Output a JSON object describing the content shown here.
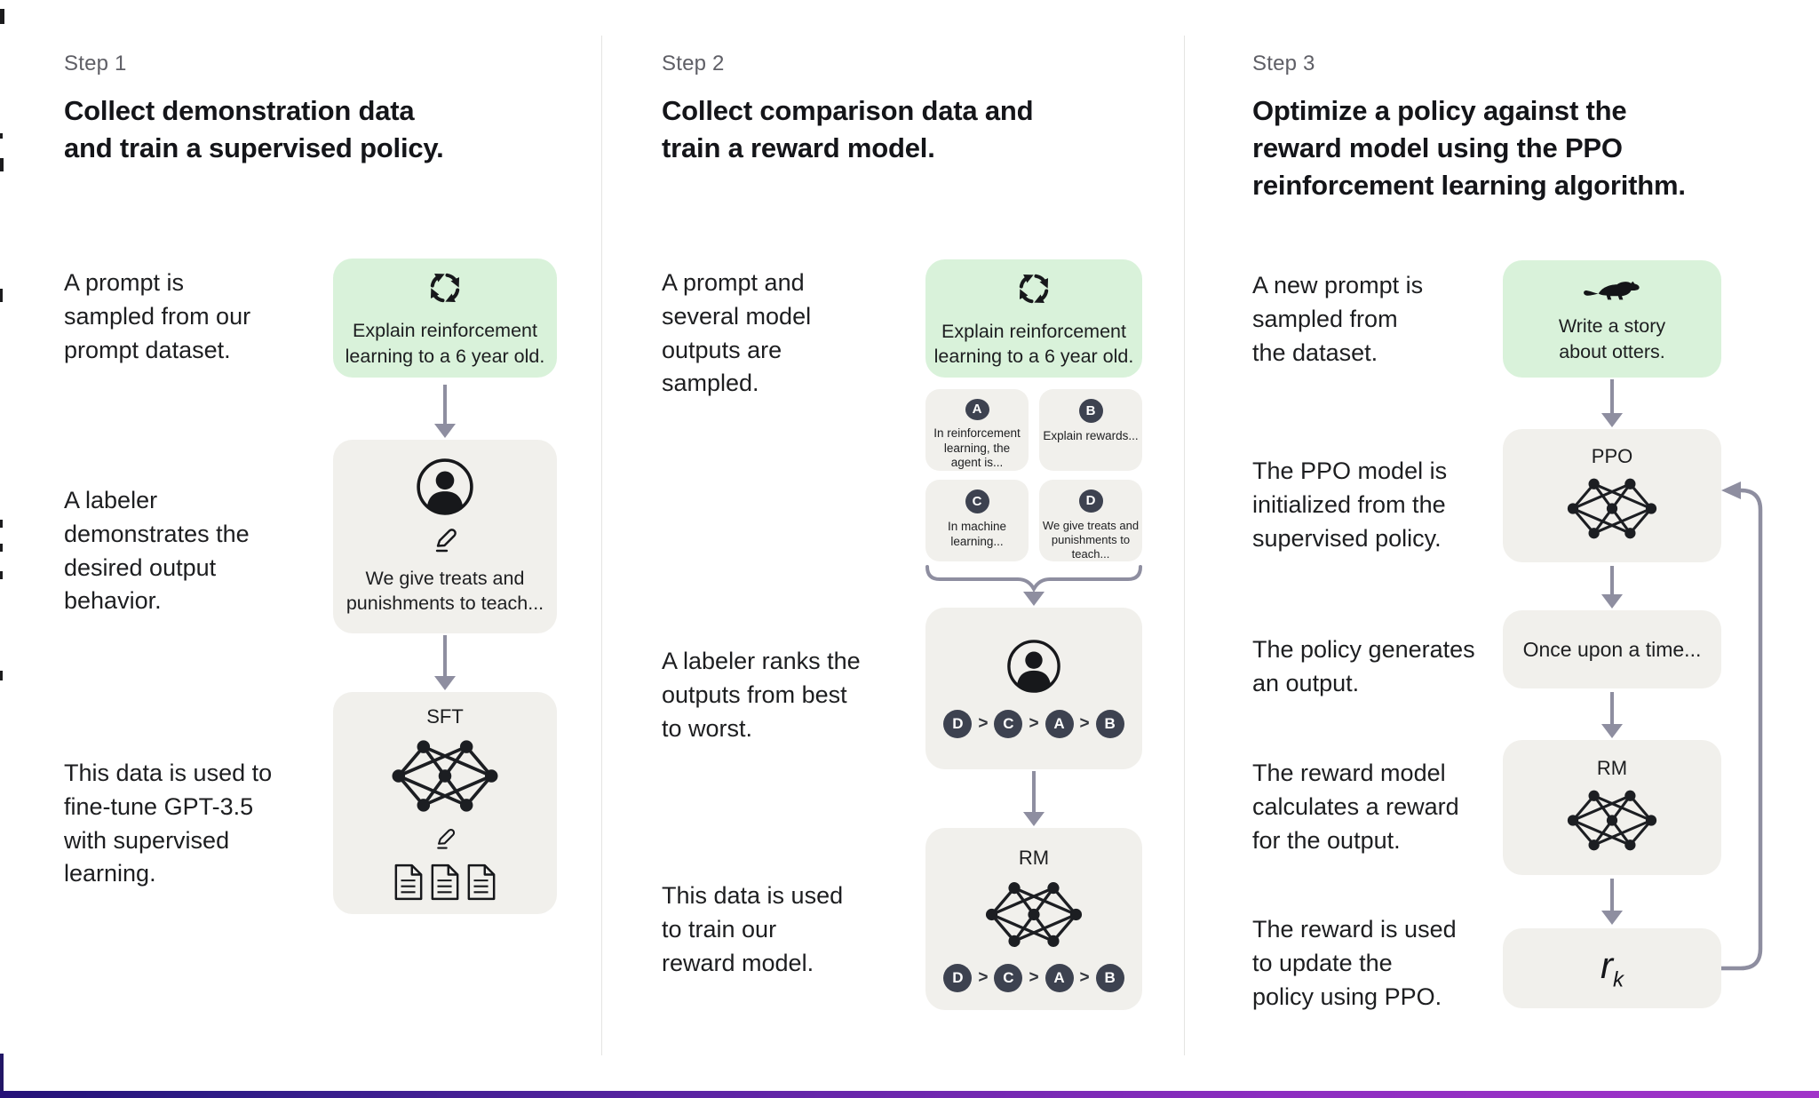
{
  "colors": {
    "prompt_box": "#d9f2da",
    "model_box": "#f1f0ec",
    "arrow": "#8e8ea0",
    "badge": "#3d4250",
    "bottom_bar": "linear-gradient(90deg,#251178 0%,#2e1c86 12%,#5e24a5 40%,#8c2dc0 70%,#a134c9 100%)"
  },
  "steps": [
    {
      "label": "Step 1",
      "title": "Collect demonstration data\nand train a supervised policy.",
      "annotations": [
        "A prompt is\nsampled from our\nprompt dataset.",
        "A labeler\ndemonstrates the\ndesired output\nbehavior.",
        "This data is used to\nfine-tune GPT-3.5\nwith supervised\nlearning."
      ],
      "prompt_box": {
        "icon": "cycle-icon",
        "text": "Explain reinforcement\nlearning to a 6 year old."
      },
      "labeler_box": {
        "icon": "person-icon",
        "secondary_icon": "pencil-icon",
        "text": "We give treats and\npunishments to teach..."
      },
      "model_box": {
        "label": "SFT",
        "icon": "network-icon",
        "secondary_icon": "pencil-icon",
        "tertiary_icon": "documents-icon"
      }
    },
    {
      "label": "Step 2",
      "title": "Collect comparison data and\ntrain a reward model.",
      "annotations": [
        "A prompt and\nseveral model\noutputs are\nsampled.",
        "A labeler ranks the\noutputs from best\nto worst.",
        "This data is used\nto train our\nreward model."
      ],
      "prompt_box": {
        "icon": "cycle-icon",
        "text": "Explain reinforcement\nlearning to a 6 year old."
      },
      "outputs": [
        {
          "badge": "A",
          "text": "In reinforcement\nlearning, the\nagent is..."
        },
        {
          "badge": "B",
          "text": "Explain rewards..."
        },
        {
          "badge": "C",
          "text": "In machine\nlearning..."
        },
        {
          "badge": "D",
          "text": "We give treats and\npunishments to\nteach..."
        }
      ],
      "ranking": {
        "items": [
          "D",
          "C",
          "A",
          "B"
        ],
        "separator": ">"
      },
      "labeler_box": {
        "icon": "person-icon"
      },
      "model_box": {
        "label": "RM",
        "icon": "network-icon"
      }
    },
    {
      "label": "Step 3",
      "title": "Optimize a policy against the\nreward model using the PPO\nreinforcement learning algorithm.",
      "annotations": [
        "A new prompt is\nsampled from\nthe dataset.",
        "The PPO model is\ninitialized from the\nsupervised policy.",
        "The policy generates\nan output.",
        "The reward model\ncalculates a reward\nfor the output.",
        "The reward is used\nto update the\npolicy using PPO."
      ],
      "prompt_box": {
        "icon": "otter-icon",
        "text": "Write a story\nabout otters."
      },
      "ppo_box": {
        "label": "PPO",
        "icon": "network-icon"
      },
      "output_box": {
        "text": "Once upon a time..."
      },
      "rm_box": {
        "label": "RM",
        "icon": "network-icon"
      },
      "reward_box": {
        "main": "r",
        "sub": "k"
      }
    }
  ]
}
